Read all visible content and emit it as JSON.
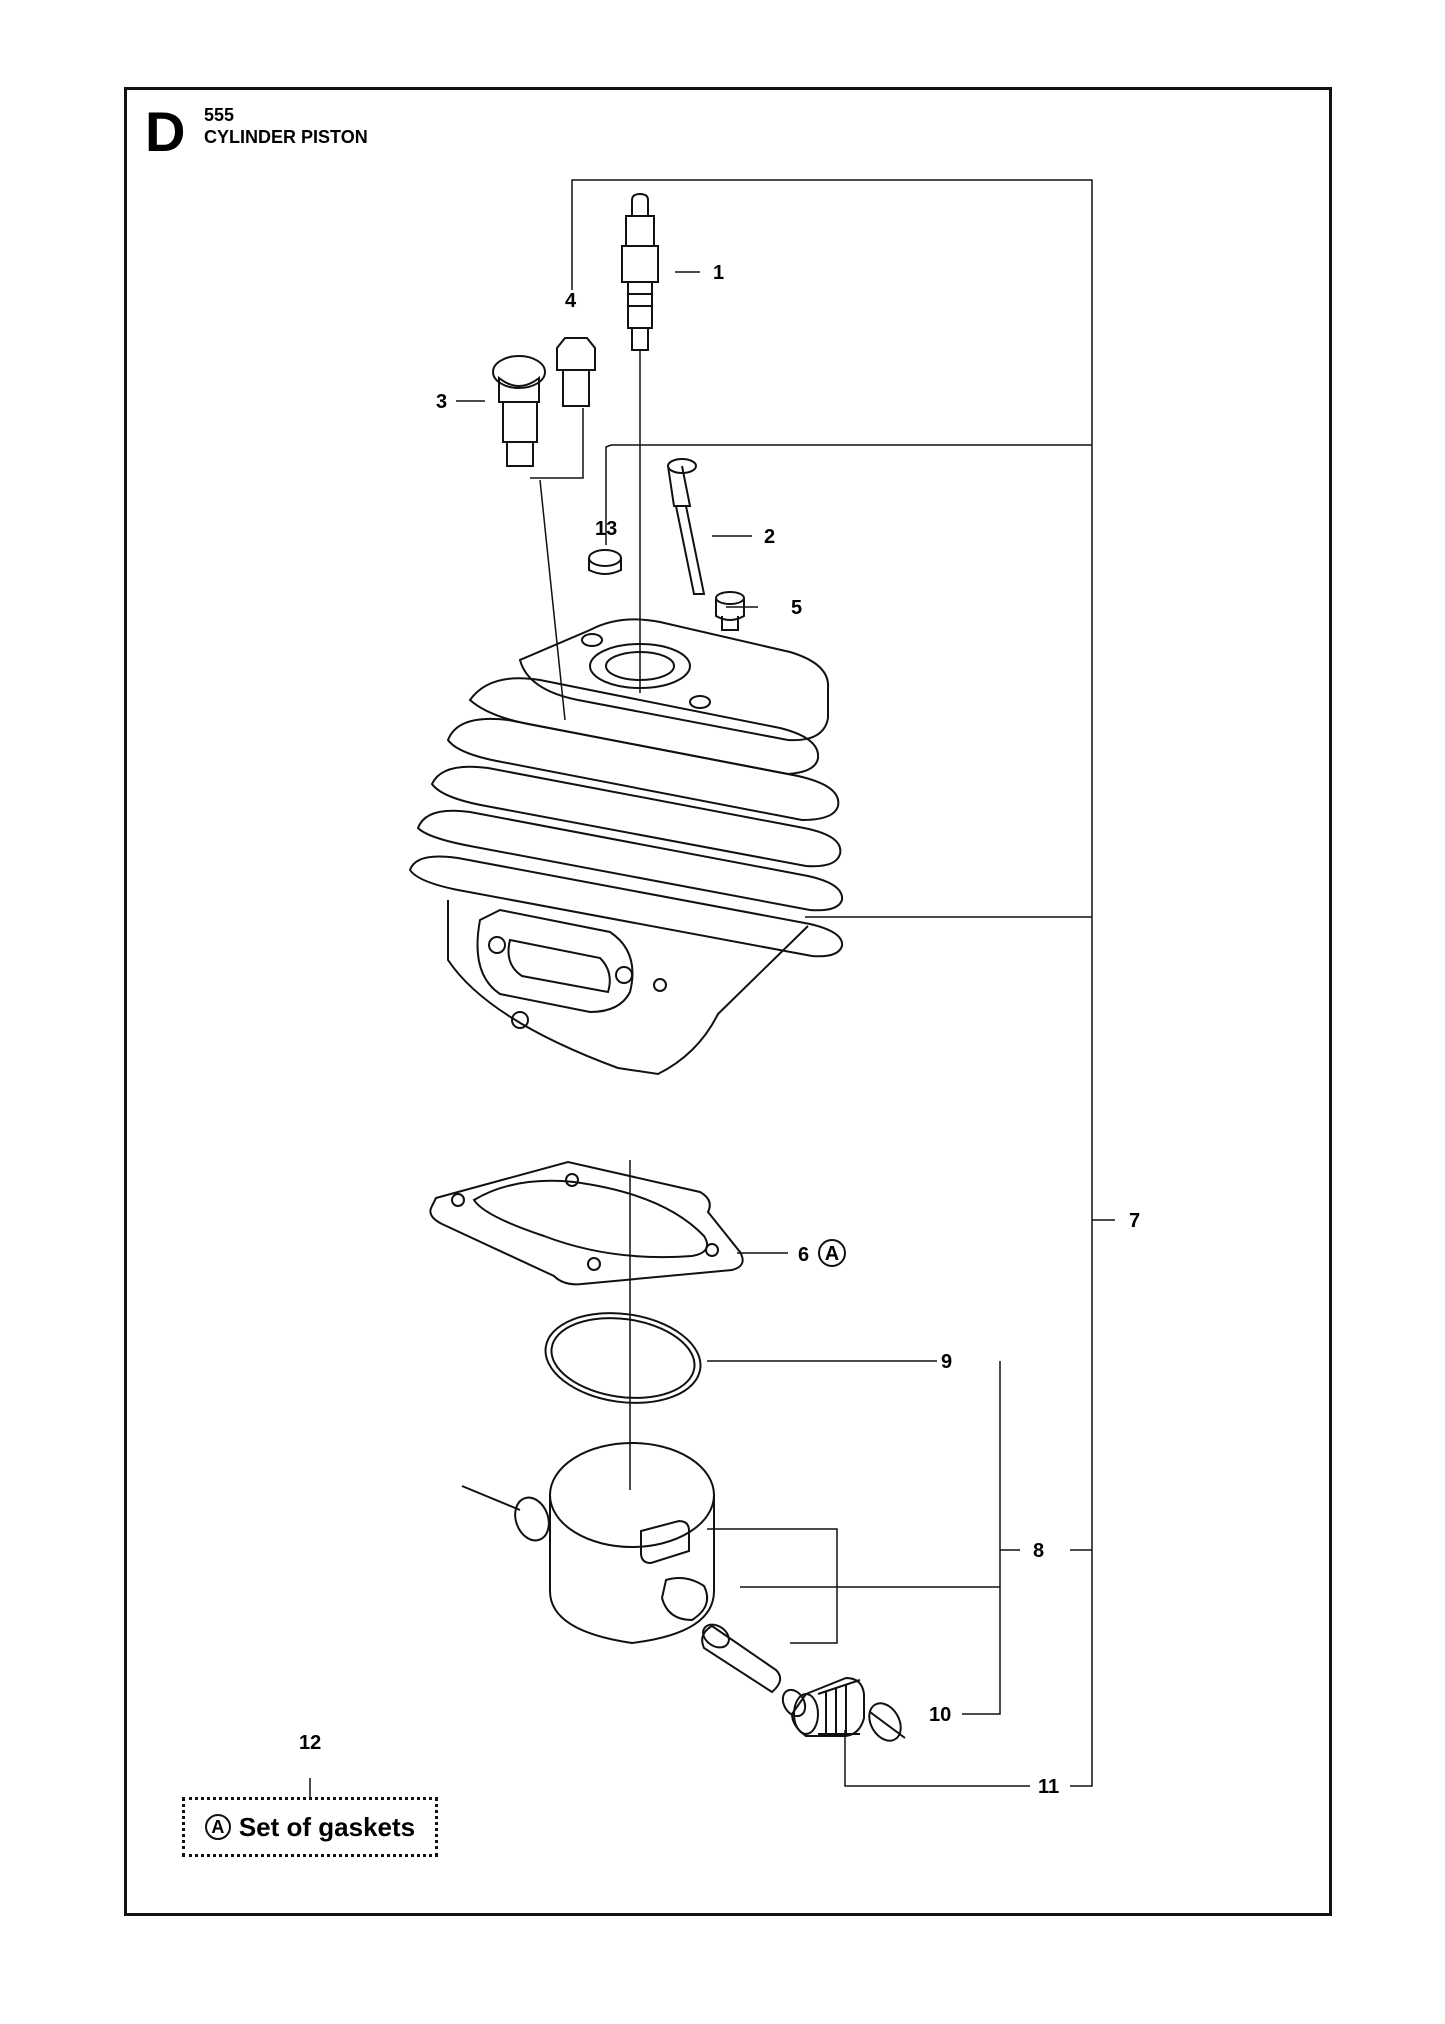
{
  "header": {
    "section_letter": "D",
    "model": "555",
    "title": "CYLINDER PISTON"
  },
  "callouts": [
    {
      "id": "1",
      "label": "1"
    },
    {
      "id": "2",
      "label": "2"
    },
    {
      "id": "3",
      "label": "3"
    },
    {
      "id": "4",
      "label": "4"
    },
    {
      "id": "5",
      "label": "5"
    },
    {
      "id": "6",
      "label": "6"
    },
    {
      "id": "7",
      "label": "7"
    },
    {
      "id": "8",
      "label": "8"
    },
    {
      "id": "9",
      "label": "9"
    },
    {
      "id": "10",
      "label": "10"
    },
    {
      "id": "11",
      "label": "11"
    },
    {
      "id": "12",
      "label": "12"
    },
    {
      "id": "13",
      "label": "13"
    }
  ],
  "marker": "A",
  "legend": {
    "number": "12",
    "marker": "A",
    "text": "Set of gaskets"
  }
}
